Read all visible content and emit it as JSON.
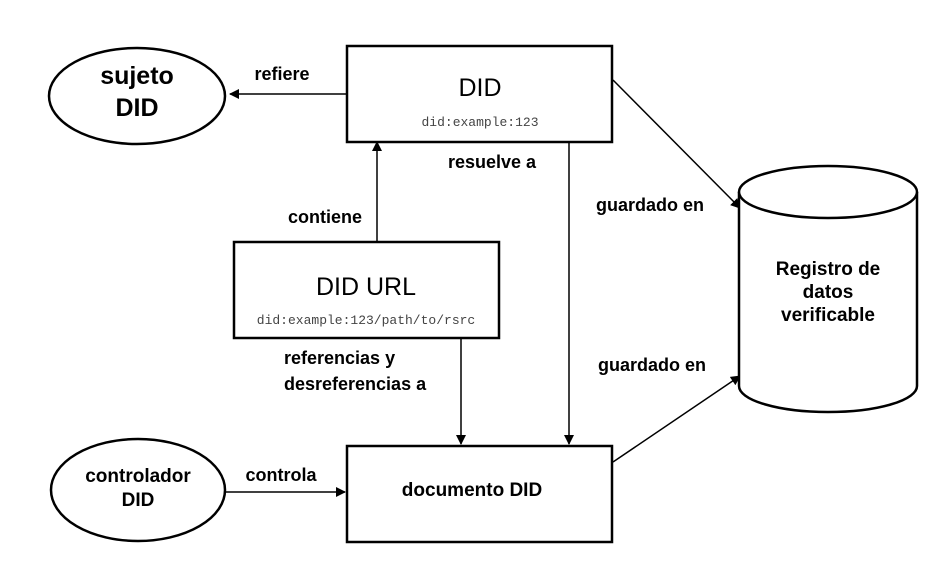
{
  "nodes": {
    "did_subject": {
      "line1": "sujeto",
      "line2": "DID"
    },
    "did": {
      "title": "DID",
      "example": "did:example:123"
    },
    "did_url": {
      "title": "DID URL",
      "example": "did:example:123/path/to/rsrc"
    },
    "registry": {
      "line1": "Registro de",
      "line2": "datos",
      "line3": "verificable"
    },
    "did_controller": {
      "line1": "controlador",
      "line2": "DID"
    },
    "did_document": {
      "title": "documento DID"
    }
  },
  "edges": {
    "refers": "refiere",
    "resolves_to": "resuelve a",
    "contains": "contiene",
    "stored_in_top": "guardado en",
    "stored_in_bottom": "guardado en",
    "references_line1": "referencias y",
    "references_line2": "desreferencias a",
    "controls": "controla"
  },
  "colors": {
    "stroke": "#000000",
    "background": "#ffffff",
    "example_text": "#444444"
  }
}
